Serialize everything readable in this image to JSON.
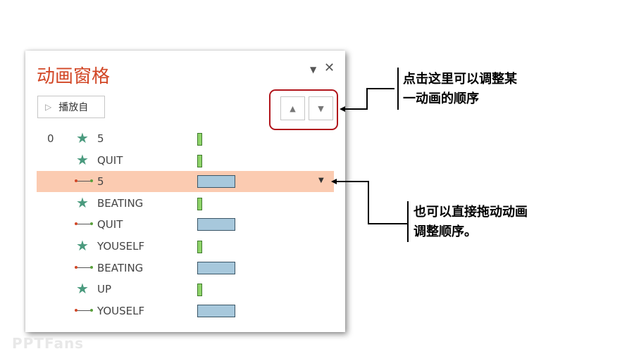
{
  "panel": {
    "title": "动画窗格",
    "play_from_label": "播放自",
    "move_up_icon": "▲",
    "move_down_icon": "▼",
    "items": [
      {
        "index": "0",
        "type": "emphasis",
        "label": "5",
        "duration": "short"
      },
      {
        "index": "",
        "type": "emphasis",
        "label": "QUIT",
        "duration": "short"
      },
      {
        "index": "",
        "type": "motion-path",
        "label": "5",
        "duration": "long",
        "selected": true
      },
      {
        "index": "",
        "type": "emphasis",
        "label": "BEATING",
        "duration": "short"
      },
      {
        "index": "",
        "type": "motion-path",
        "label": "QUIT",
        "duration": "long"
      },
      {
        "index": "",
        "type": "emphasis",
        "label": "YOUSELF",
        "duration": "short"
      },
      {
        "index": "",
        "type": "motion-path",
        "label": "BEATING",
        "duration": "long"
      },
      {
        "index": "",
        "type": "emphasis",
        "label": "UP",
        "duration": "short"
      },
      {
        "index": "",
        "type": "motion-path",
        "label": "YOUSELF",
        "duration": "long"
      }
    ]
  },
  "annotations": {
    "reorder_line1": "点击这里可以调整某",
    "reorder_line2": "一动画的顺序",
    "drag_line1": "也可以直接拖动动画",
    "drag_line2": "调整顺序。"
  },
  "watermark": "PPTFans",
  "colors": {
    "title": "#d24726",
    "selected_row": "#fbcbb1",
    "highlight_box": "#b1141b"
  }
}
